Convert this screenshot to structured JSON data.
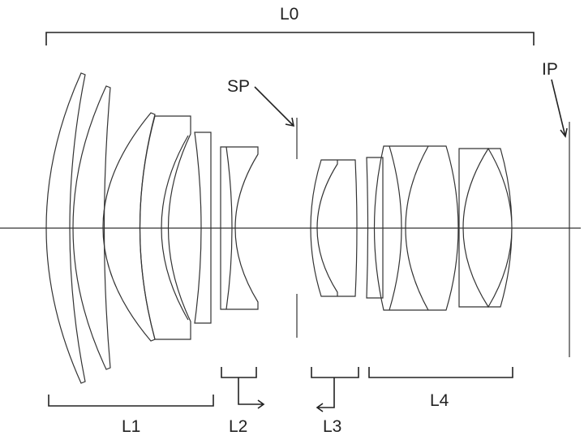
{
  "labels": {
    "overall": "L0",
    "image_plane": "IP",
    "stop": "SP",
    "group1": "L1",
    "group2": "L2",
    "group3": "L3",
    "group4": "L4"
  },
  "colors": {
    "line": "#333333",
    "background": "#ffffff"
  }
}
